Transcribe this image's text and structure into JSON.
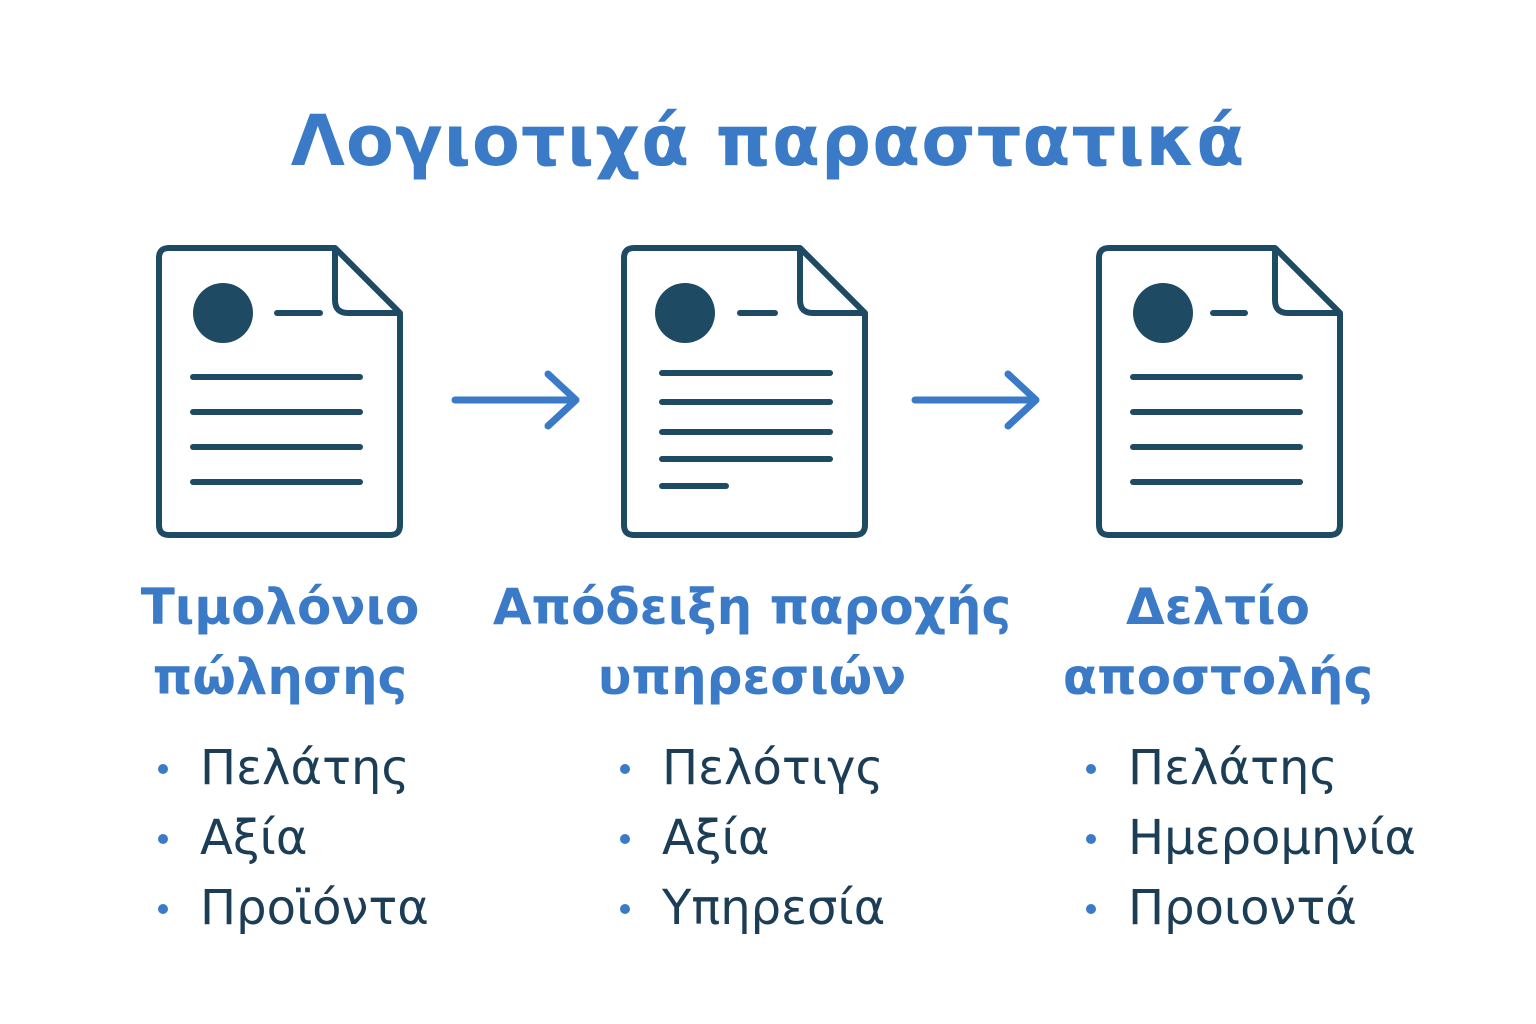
{
  "title": "Λογιοτιχά παραστατικά",
  "colors": {
    "accent": "#3a7ac7",
    "dark": "#1f4a63",
    "text": "#1c3d56"
  },
  "icons": [
    "document-icon",
    "arrow-right-icon"
  ],
  "columns": [
    {
      "heading_line1": "Τιμολόνιο",
      "heading_line2": "πώλησης",
      "items": [
        "Πελάτης",
        "Αξία",
        "Προϊόντα"
      ]
    },
    {
      "heading_line1": "Απόδειξη παροχής",
      "heading_line2": "υπηρεσιών",
      "items": [
        "Πελότιγς",
        "Αξία",
        "Υπηρεσία"
      ]
    },
    {
      "heading_line1": "Δελτίο",
      "heading_line2": "αποστολής",
      "items": [
        "Πελάτης",
        "Ημερομηνία",
        "Προιοντά"
      ]
    }
  ]
}
